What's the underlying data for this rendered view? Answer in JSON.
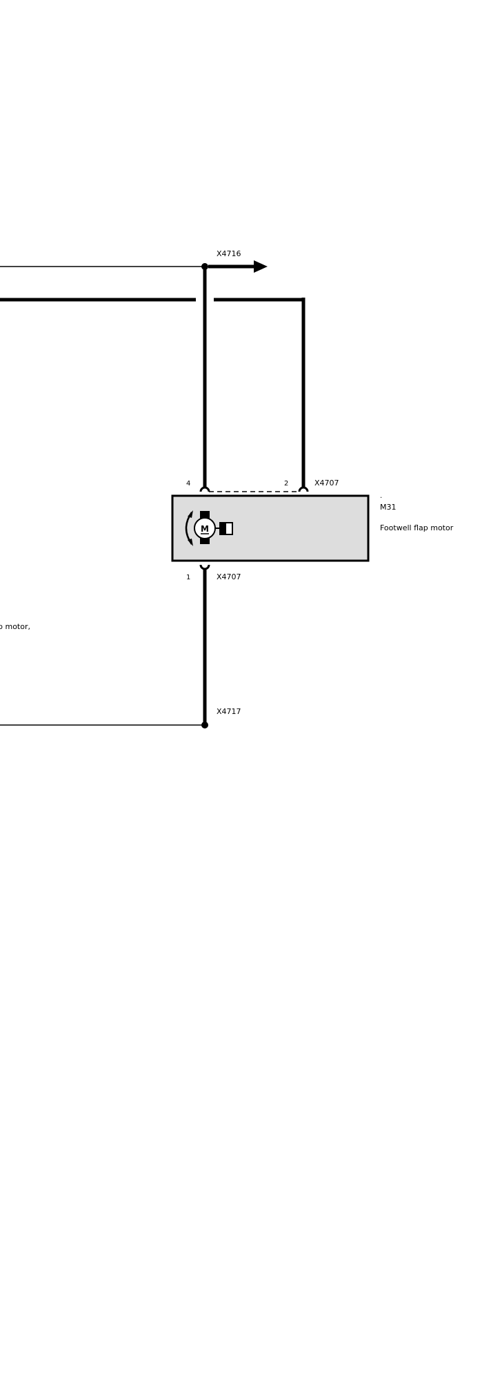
{
  "connectors": {
    "top_splice": "X4716",
    "bottom_splice": "X4717",
    "motor_top": "X4707",
    "motor_bottom": "X4707"
  },
  "pins": {
    "p4": "4",
    "p2": "2",
    "p1": "1"
  },
  "component": {
    "dot": ".",
    "code": "M31",
    "name": "Footwell flap motor",
    "motor_symbol": "M"
  },
  "partial_label": "p motor,"
}
